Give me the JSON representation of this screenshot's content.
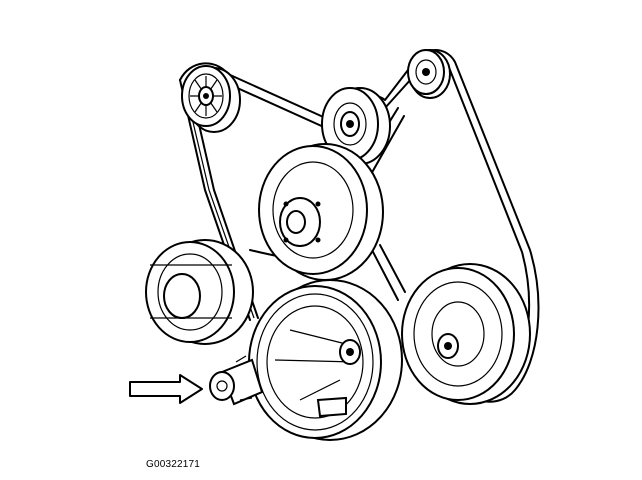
{
  "figure": {
    "id_label": "G00322171"
  },
  "components": [
    {
      "name": "idler-pulley-upper-left",
      "icon": "pulley-icon"
    },
    {
      "name": "idler-pulley-top",
      "icon": "pulley-icon"
    },
    {
      "name": "idler-pulley-top-right",
      "icon": "pulley-icon"
    },
    {
      "name": "water-pump-pulley",
      "icon": "pulley-icon"
    },
    {
      "name": "generator-pulley",
      "icon": "pulley-icon"
    },
    {
      "name": "crankshaft-balancer",
      "icon": "pulley-icon"
    },
    {
      "name": "power-steering-pulley",
      "icon": "pulley-icon"
    },
    {
      "name": "belt-tensioner",
      "icon": "tensioner-icon"
    },
    {
      "name": "serpentine-belt",
      "icon": "belt-icon"
    },
    {
      "name": "callout-arrow",
      "icon": "arrow-right-icon"
    }
  ]
}
